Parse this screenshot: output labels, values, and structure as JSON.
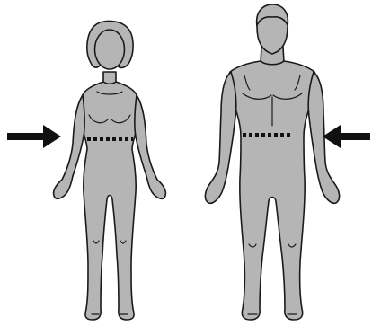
{
  "diagram": {
    "figures": [
      {
        "id": "female",
        "icon": "female-body-outline"
      },
      {
        "id": "male",
        "icon": "male-body-outline"
      }
    ],
    "arrows": [
      {
        "icon": "arrow-right-icon",
        "direction": "right"
      },
      {
        "icon": "arrow-left-icon",
        "direction": "left"
      }
    ],
    "measurement_lines": [
      {
        "figure": "female",
        "style": "dashed"
      },
      {
        "figure": "male",
        "style": "dashed"
      }
    ],
    "colors": {
      "body_fill": "#b5b5b5",
      "outline": "#1a1a1a",
      "arrow": "#111111",
      "waist_line": "#111111",
      "background": "#ffffff"
    }
  }
}
